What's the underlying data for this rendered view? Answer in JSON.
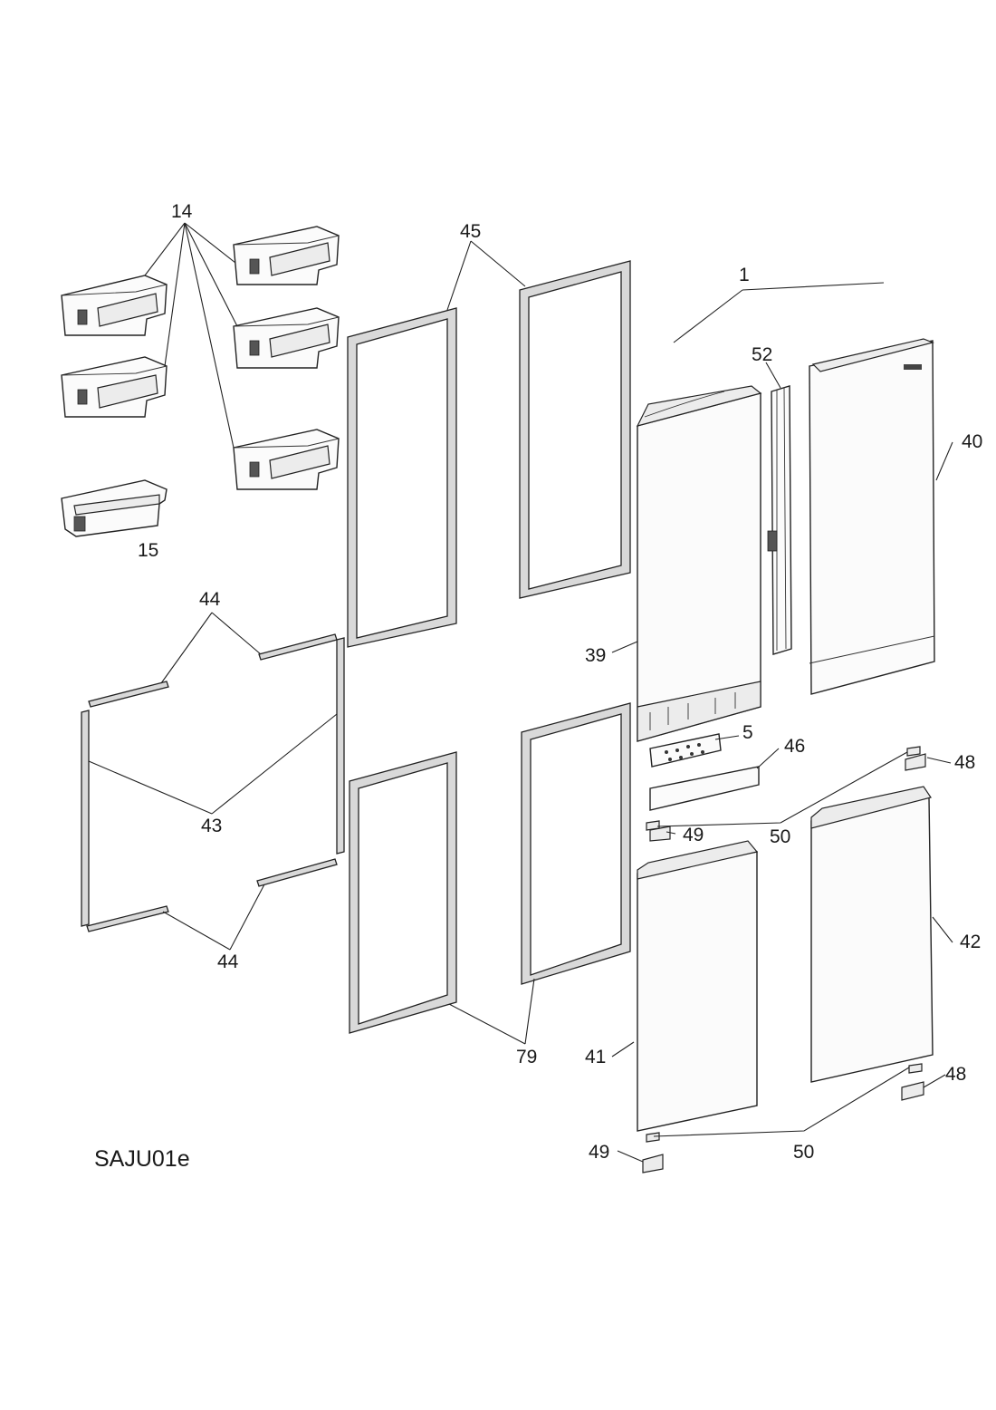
{
  "drawing": {
    "code": "SAJU01e"
  },
  "callouts": {
    "c14": "14",
    "c15": "15",
    "c45": "45",
    "c1": "1",
    "c52": "52",
    "c40": "40",
    "c39": "39",
    "c44_top": "44",
    "c43": "43",
    "c44_bottom": "44",
    "c5": "5",
    "c46": "46",
    "c48_top": "48",
    "c49_top": "49",
    "c50_top": "50",
    "c42": "42",
    "c79": "79",
    "c41": "41",
    "c48_bottom": "48",
    "c49_bottom": "49",
    "c50_bottom": "50"
  }
}
